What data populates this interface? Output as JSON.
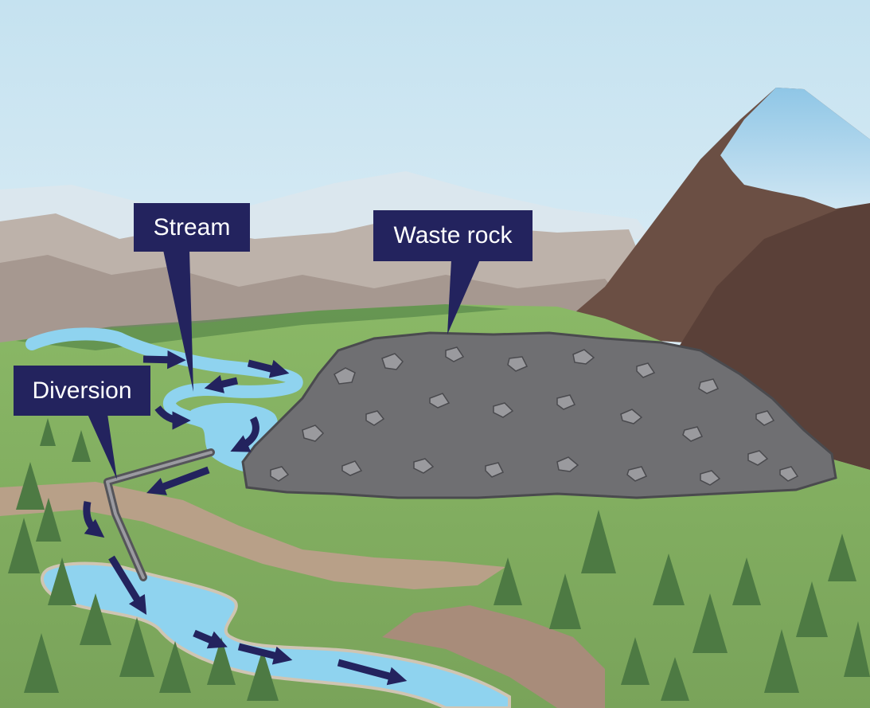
{
  "labels": {
    "stream": "Stream",
    "waste_rock": "Waste rock",
    "diversion": "Diversion"
  },
  "colors": {
    "callout_bg": "#23235e",
    "callout_text": "#ffffff",
    "water": "#8fd3ef",
    "grass": "#86b062",
    "rock": "#6f6f72",
    "mountain": "#6b4f44"
  }
}
